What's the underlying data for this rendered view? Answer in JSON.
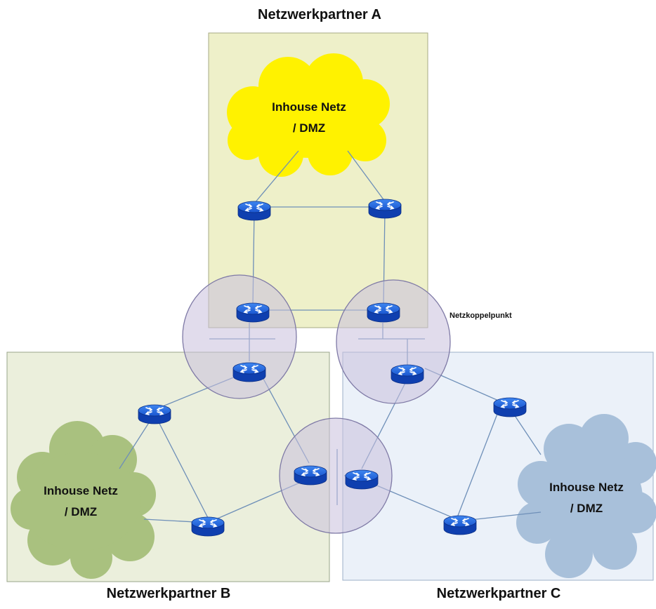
{
  "title_a": "Netzwerkpartner A",
  "title_b": "Netzwerkpartner B",
  "title_c": "Netzwerkpartner C",
  "cloud_a": {
    "line1": "Inhouse Netz",
    "line2": "/ DMZ",
    "color": "#FFF200"
  },
  "cloud_b": {
    "line1": "Inhouse Netz",
    "line2": "/ DMZ",
    "color": "#A9C17F"
  },
  "cloud_c": {
    "line1": "Inhouse Netz",
    "line2": "/ DMZ",
    "color": "#A8C0DA"
  },
  "koppel_label": "Netzkoppelpunkt",
  "colors": {
    "zone_a": "#EEF0C9",
    "zone_b": "#EBEFDC",
    "zone_c": "#EBF1F9",
    "koppel_fill": "#C9BFDD",
    "router": "#1E5BD6",
    "link": "#6E8FB8"
  },
  "icons": {
    "router": "router-icon",
    "cloud": "cloud-shape"
  }
}
